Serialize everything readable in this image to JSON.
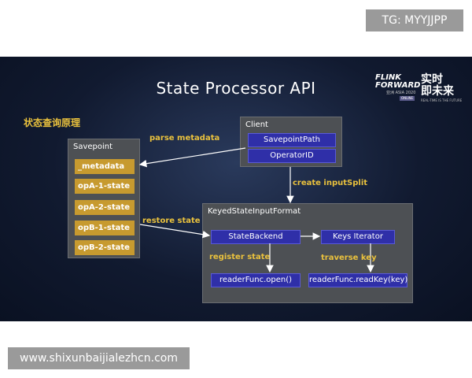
{
  "watermark_tag": "TG: MYYJJPP",
  "footer_url": "www.shixunbaijialezhcn.com",
  "slide": {
    "title": "State Processor API",
    "logo": {
      "flink": "FLINK",
      "forward": "FORWARD",
      "asia": "亚洲 ASIA 2020",
      "online": "ONLINE",
      "cn_line1": "实时",
      "cn_line2": "即未来",
      "sub": "REAL-TIME IS THE FUTURE"
    },
    "section_title": "状态查询原理",
    "savepoint": {
      "title": "Savepoint",
      "items": [
        "_metadata",
        "opA-1-state",
        "opA-2-state",
        "opB-1-state",
        "opB-2-state"
      ]
    },
    "client": {
      "title": "Client",
      "items": [
        "SavepointPath",
        "OperatorID"
      ]
    },
    "keyed": {
      "title": "KeyedStateInputFormat",
      "state_backend": "StateBackend",
      "keys_iterator": "Keys Iterator",
      "open": "readerFunc.open()",
      "read_key": "readerFunc.readKey(key)"
    },
    "labels": {
      "parse_metadata": "parse metadata",
      "create_input_split": "create inputSplit",
      "restore_state": "restore state",
      "register_state": "register state",
      "traverse_key": "traverse key"
    },
    "colors": {
      "gold": "#c79a2f",
      "label_yellow": "#e9c13d",
      "blue_box": "#2f2fa8",
      "panel": "#4d5054"
    }
  }
}
